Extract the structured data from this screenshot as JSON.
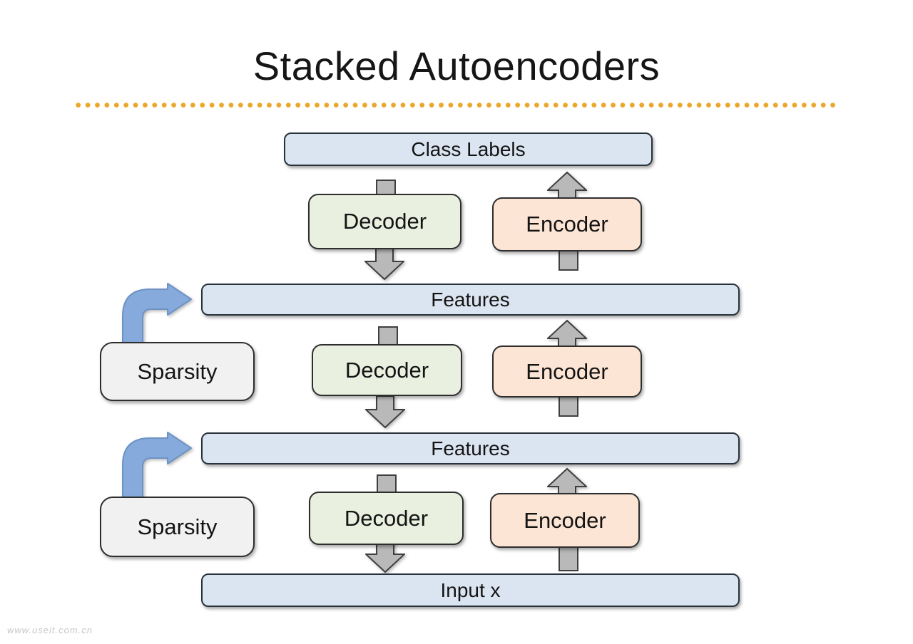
{
  "slide": {
    "title": "Stacked Autoencoders",
    "watermark": "www.useit.com.cn",
    "background": "#ffffff"
  },
  "palette": {
    "bar_fill": "#dbe5f1",
    "bar_border": "#28323c",
    "decoder_fill": "#eaf0e0",
    "encoder_fill": "#fce5d4",
    "sparsity_fill": "#f1f1f1",
    "box_border": "#2e2e2e",
    "gray_arrow_fill": "#b9b9b9",
    "gray_arrow_border": "#3f3f3f",
    "blue_arrow_fill": "#85aadb",
    "blue_arrow_border": "#6d92c4",
    "divider_dot": "#e9a82c",
    "text": "#141414"
  },
  "diagram": {
    "class_labels_bar": "Class Labels",
    "features_bar_1": "Features",
    "features_bar_2": "Features",
    "input_bar": "Input x",
    "rows": [
      {
        "decoder": "Decoder",
        "encoder": "Encoder"
      },
      {
        "decoder": "Decoder",
        "encoder": "Encoder",
        "sparsity": "Sparsity"
      },
      {
        "decoder": "Decoder",
        "encoder": "Encoder",
        "sparsity": "Sparsity"
      }
    ]
  }
}
